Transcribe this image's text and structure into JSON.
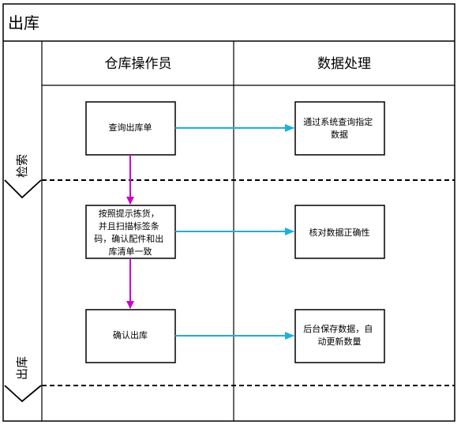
{
  "title": "出库",
  "lanes": [
    {
      "label": "仓库操作员"
    },
    {
      "label": "数据处理"
    }
  ],
  "phases": [
    {
      "label": "检索"
    },
    {
      "label": "出库"
    }
  ],
  "steps": [
    {
      "text": "查询出库单"
    },
    {
      "text": "通过系统查询指定数据"
    },
    {
      "text": "按照提示拣货，并且扫描标签条码，确认配件和出库清单一致"
    },
    {
      "text": "核对数据正确性"
    },
    {
      "text": "确认出库"
    },
    {
      "text": "后台保存数据，自动更新数量"
    }
  ],
  "colors": {
    "flow_arrow": "#cc00cc",
    "cross_arrow": "#1ab0e0",
    "border": "#000000"
  }
}
